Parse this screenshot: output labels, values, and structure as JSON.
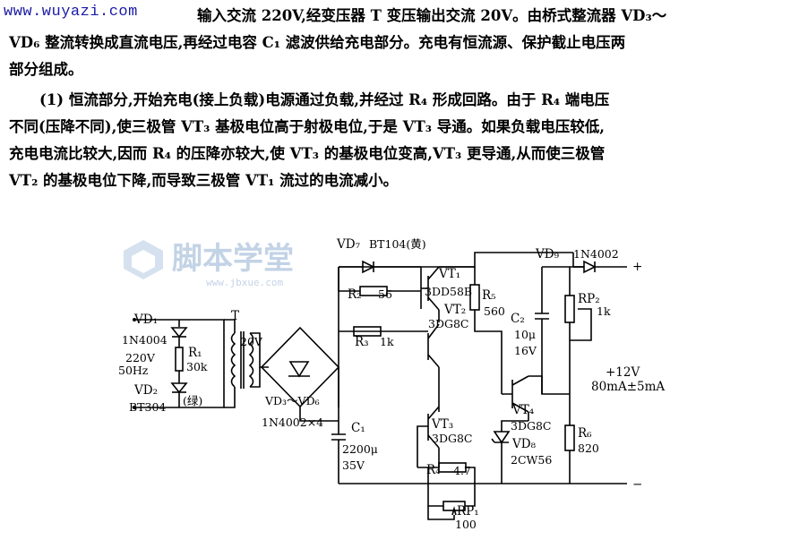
{
  "watermark": "www.wuyazi.com",
  "text": {
    "l1": "输入交流 220V,经变压器 T 变压输出交流 20V。由桥式整流器 VD₃～",
    "l2": "VD₆ 整流转换成直流电压,再经过电容 C₁ 滤波供给充电部分。充电有恒流源、保护截止电压两",
    "l3": "部分组成。",
    "l4": "(1) 恒流部分,开始充电(接上负载)电源通过负载,并经过 R₄ 形成回路。由于 R₄ 端电压",
    "l5": "不同(压降不同),使三极管 VT₃ 基极电位高于射极电位,于是 VT₃ 导通。如果负载电压较低,",
    "l6": "充电电流比较大,因而 R₄ 的压降亦较大,使 VT₃ 的基极电位变高,VT₃ 更导通,从而使三极管",
    "l7": "VT₂ 的基极电位下降,而导致三极管 VT₁ 流过的电流减小。"
  },
  "logo": {
    "title": "脚本学堂",
    "sub": "www.jbxue.com"
  },
  "labels": {
    "vd1": "VD₁",
    "in4004": "1N4004",
    "v220": "220V",
    "hz": "50Hz",
    "vd2": "VD₂",
    "bt304": "BT304",
    "r1": "R₁",
    "r1v": "30k",
    "green": "(绿)",
    "t": "T",
    "v20": "20V",
    "vd36": "VD₃～VD₆",
    "in4002x4": "1N4002×4",
    "c1": "C₁",
    "c1v": "2200μ",
    "c1u": "35V",
    "vd7": "VD₇",
    "bt104": "BT104(黄)",
    "r2": "R₂",
    "r2v": "56",
    "vt1": "VT₁",
    "dd58": "3DD58B",
    "r5": "R₅",
    "r5v": "560",
    "vt2": "VT₂",
    "dg8c2": "3DG8C",
    "r3": "R₃",
    "r3v": "1k",
    "vt3": "VT₃",
    "dg8c3": "3DG8C",
    "r4": "R₄",
    "r4v": "4.7",
    "rp1": "RP₁",
    "rp1v": "100",
    "vd9": "VD₉",
    "in4002": "1N4002",
    "plus": "+",
    "minus": "−",
    "c2": "C₂",
    "c2v": "10μ",
    "c2u": "16V",
    "rp2": "RP₂",
    "rp2v": "1k",
    "vt4": "VT₄",
    "dg8c4": "3DG8C",
    "vd8": "VD₈",
    "cw56": "2CW56",
    "r6": "R₆",
    "r6v": "820",
    "vout": "+12V",
    "iout": "80mA±5mA"
  }
}
